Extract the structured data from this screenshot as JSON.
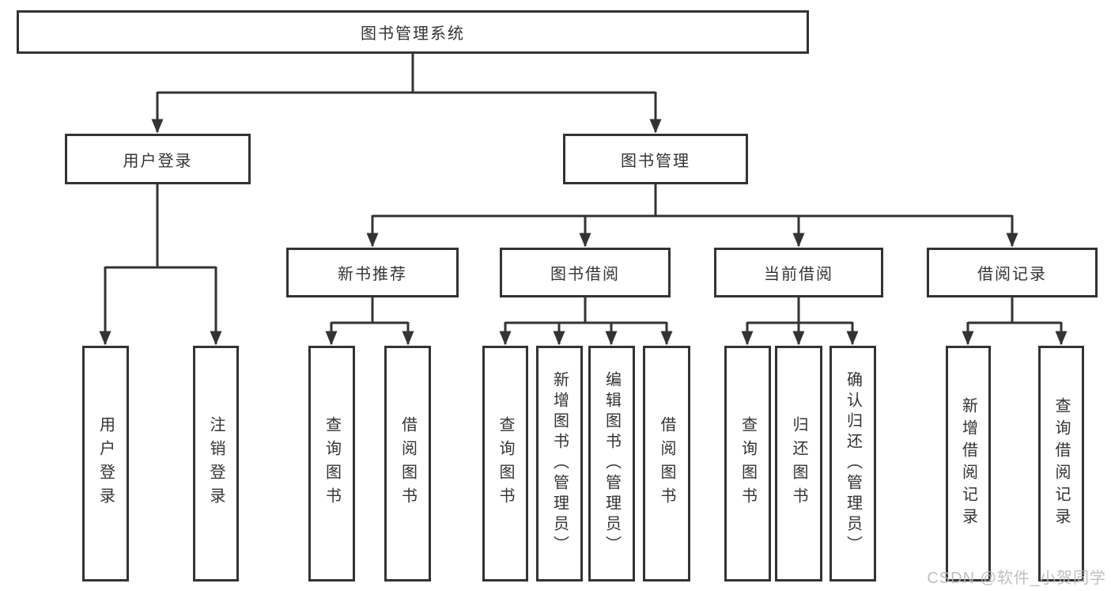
{
  "diagram": {
    "root": {
      "label": "图书管理系统"
    },
    "branches": [
      {
        "label": "用户登录",
        "children": [
          {
            "label": "用户登录"
          },
          {
            "label": "注销登录"
          }
        ]
      },
      {
        "label": "图书管理",
        "children": [
          {
            "label": "新书推荐",
            "children": [
              {
                "label": "查询图书"
              },
              {
                "label": "借阅图书"
              }
            ]
          },
          {
            "label": "图书借阅",
            "children": [
              {
                "label": "查询图书"
              },
              {
                "label": "新增图书（管理员）"
              },
              {
                "label": "编辑图书（管理员）"
              },
              {
                "label": "借阅图书"
              }
            ]
          },
          {
            "label": "当前借阅",
            "children": [
              {
                "label": "查询图书"
              },
              {
                "label": "归还图书"
              },
              {
                "label": "确认归还（管理员）"
              }
            ]
          },
          {
            "label": "借阅记录",
            "children": [
              {
                "label": "新增借阅记录"
              },
              {
                "label": "查询借阅记录"
              }
            ]
          }
        ]
      }
    ],
    "colors": {
      "line": "#333333",
      "text": "#333333",
      "background": "#ffffff",
      "watermark": "#b9b9b9"
    }
  },
  "watermark": {
    "text": "CSDN @软件_小贺同学"
  }
}
